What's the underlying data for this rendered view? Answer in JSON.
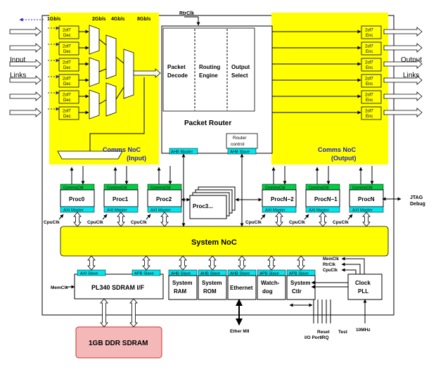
{
  "speed_labels": [
    "1Gb/s",
    "2Gb/s",
    "4Gb/s",
    "8Gb/s"
  ],
  "rtr_clk": "RtrClk",
  "input_labels": [
    "Input",
    "Links"
  ],
  "output_labels": [
    "Output",
    "Links"
  ],
  "dec_label": [
    "2of7",
    "Dec"
  ],
  "enc_label": [
    "2of7",
    "Enc"
  ],
  "router": {
    "stages": [
      [
        "Packet",
        "Decode"
      ],
      [
        "Routing",
        "Engine"
      ],
      [
        "Output",
        "Select"
      ]
    ],
    "title": "Packet Router",
    "control": [
      "Router",
      "control"
    ],
    "ahb_master": "AHB Master",
    "ahb_slave": "AHB Slave"
  },
  "comms_noc_input": [
    "Comms NoC",
    "(Input)"
  ],
  "comms_noc_output": [
    "Comms NoC",
    "(Output)"
  ],
  "processors": {
    "comms_ctlr": "CommsCtlr",
    "axi_master": "AXI Master",
    "cpu_clk": "CpuClk",
    "names": [
      "Proc0",
      "Proc1",
      "Proc2",
      "ProcN−2",
      "ProcN−1",
      "ProcN"
    ],
    "stack_label": "Proc3..."
  },
  "jtag": [
    "JTAG",
    "Debug"
  ],
  "system_noc": "System NoC",
  "sdram_if": {
    "axi_slave": "AXI Slave",
    "apb_slave": "APB Slave",
    "label": "PL340 SDRAM I/F",
    "mem_clk": "MemClk"
  },
  "peripherals": [
    {
      "port": "AHB Slave",
      "label": [
        "System",
        "RAM"
      ]
    },
    {
      "port": "AHB Slave",
      "label": [
        "System",
        "ROM"
      ]
    },
    {
      "port": "AHB Slave",
      "label": [
        "Ethernet"
      ]
    },
    {
      "port": "APB Slave",
      "label": [
        "Watch-",
        "dog"
      ]
    },
    {
      "port": "APB Slave",
      "label": [
        "System",
        "Ctlr"
      ]
    }
  ],
  "clock_pll": {
    "label": [
      "Clock",
      "PLL"
    ],
    "clock_outputs": [
      "MemClk",
      "RtrClk",
      "CpuClk"
    ],
    "input": "10MHz"
  },
  "ctlr_signals": [
    "Reset",
    "IRQ",
    "Test",
    "I/O Port"
  ],
  "ether_mii": "Ether MII",
  "ddr": "1GB DDR SDRAM",
  "colors": {
    "noc_yellow": "#ffff00",
    "port_cyan": "#00e5ee",
    "comms_green": "#00cc44",
    "title_blue": "#2020cc",
    "ddr_fill": "#f4b8b8",
    "ddr_border": "#cc3333",
    "link_arrow_blue": "#2222cc"
  }
}
